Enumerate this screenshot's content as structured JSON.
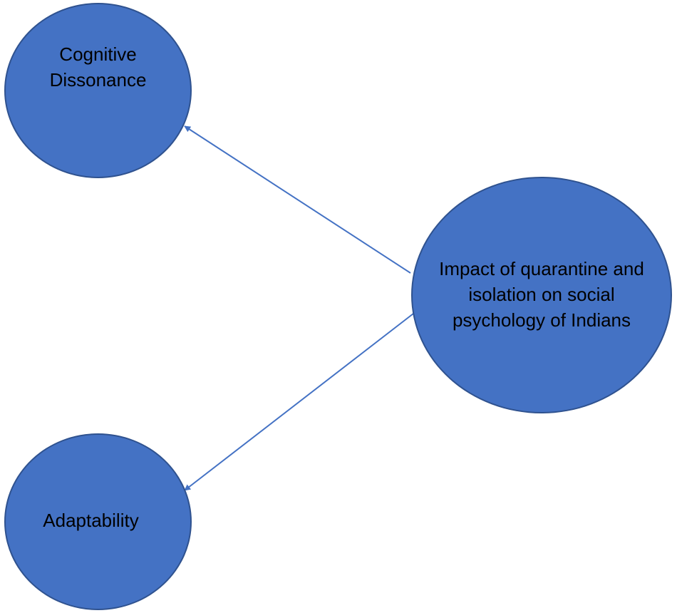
{
  "diagram": {
    "colors": {
      "node_fill": "#4472c4",
      "node_stroke": "#2f528f",
      "edge": "#4472c4",
      "text": "#000000",
      "background": "#ffffff"
    },
    "nodes": [
      {
        "id": "cognitive",
        "label": "Cognitive Dissonance"
      },
      {
        "id": "impact",
        "label": "Impact of quarantine and isolation on social psychology of Indians"
      },
      {
        "id": "adaptability",
        "label": "Adaptability"
      }
    ],
    "edges": [
      {
        "from": "Impact of quarantine and isolation on social psychology of Indians",
        "to": "Cognitive Dissonance",
        "arrow": "end"
      },
      {
        "from": "Impact of quarantine and isolation on social psychology of Indians",
        "to": "Adaptability",
        "arrow": "end"
      }
    ]
  }
}
